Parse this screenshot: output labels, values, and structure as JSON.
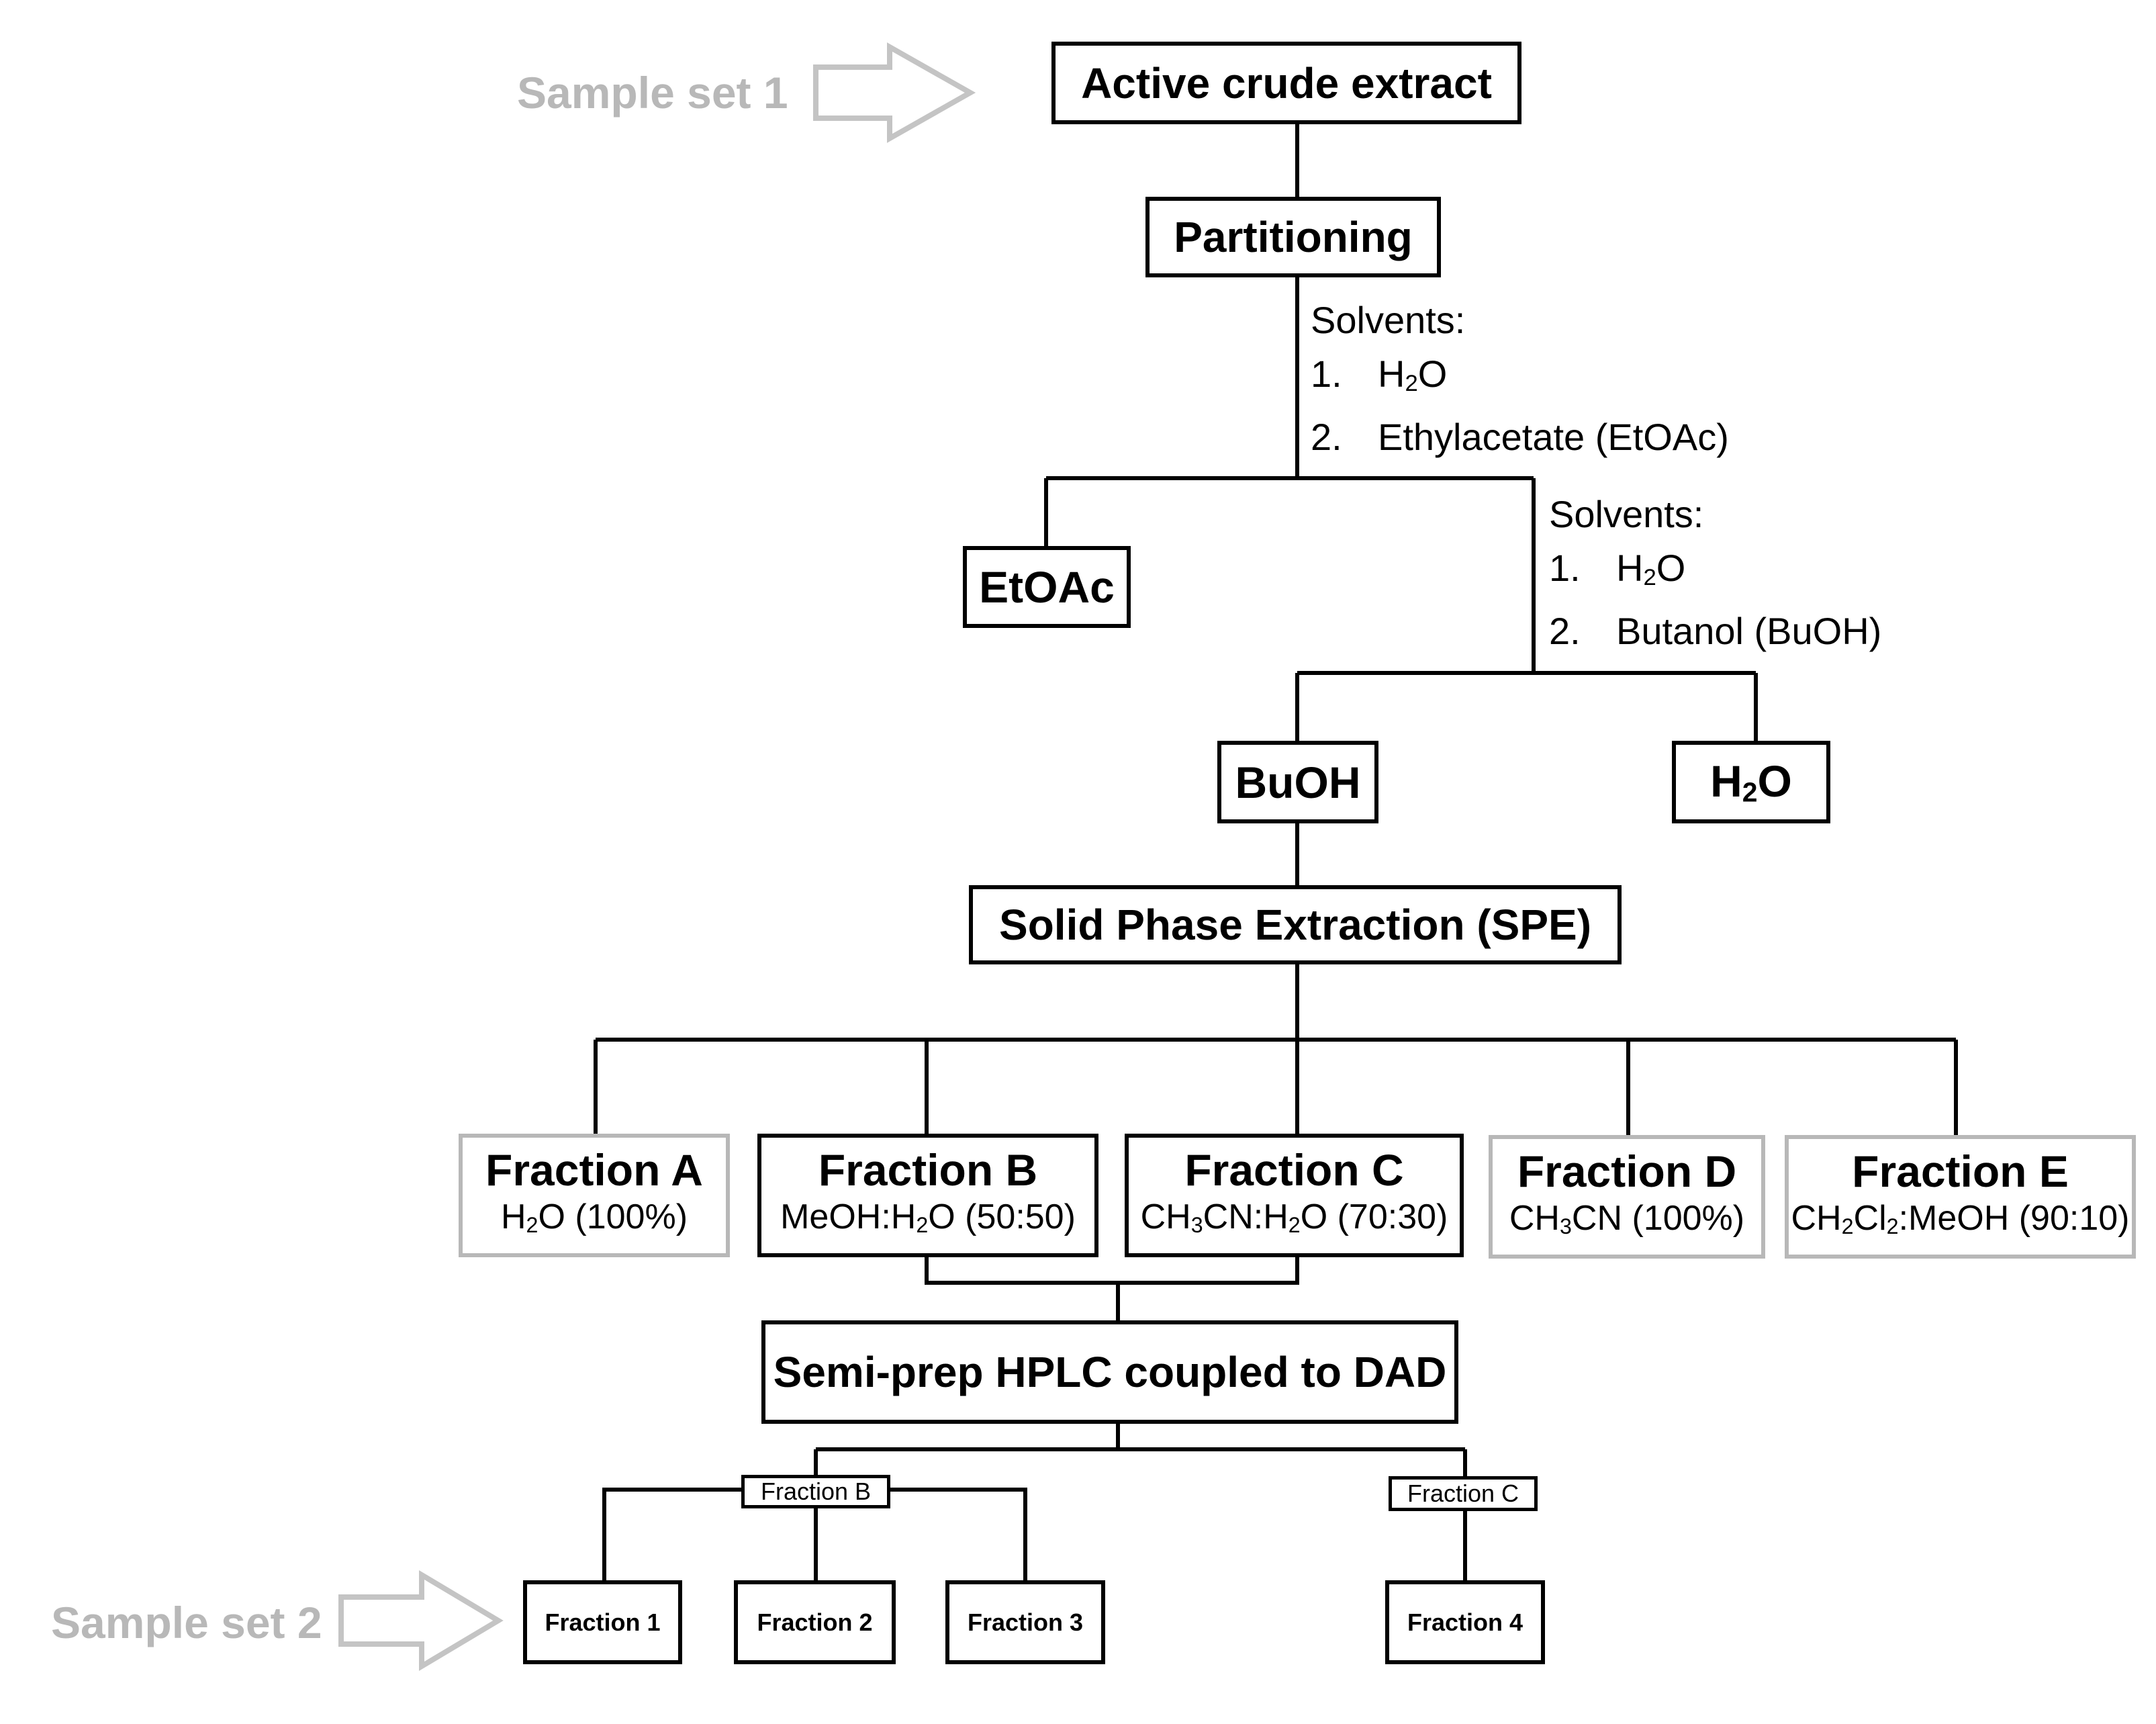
{
  "sample_set_1": "Sample set 1",
  "sample_set_2": "Sample set 2",
  "active_crude_extract": "Active crude extract",
  "partitioning": "Partitioning",
  "solvents_1": {
    "heading": "Solvents:",
    "items": [
      {
        "num": "1.",
        "text": "H2O"
      },
      {
        "num": "2.",
        "text": "Ethylacetate (EtOAc)"
      }
    ]
  },
  "solvents_2": {
    "heading": "Solvents:",
    "items": [
      {
        "num": "1.",
        "text": "H2O"
      },
      {
        "num": "2.",
        "text": "Butanol (BuOH)"
      }
    ]
  },
  "etoac": "EtOAc",
  "buoh": "BuOH",
  "h2o": "H2O",
  "spe": "Solid Phase Extraction (SPE)",
  "fractions": [
    {
      "title": "Fraction A",
      "sub": "H2O (100%)"
    },
    {
      "title": "Fraction B",
      "sub": "MeOH:H2O (50:50)"
    },
    {
      "title": "Fraction C",
      "sub": "CH3CN:H2O (70:30)"
    },
    {
      "title": "Fraction D",
      "sub": "CH3CN (100%)"
    },
    {
      "title": "Fraction E",
      "sub": "CH2Cl2:MeOH (90:10)"
    }
  ],
  "hplc": "Semi-prep HPLC coupled to DAD",
  "fraction_b_small": "Fraction B",
  "fraction_c_small": "Fraction C",
  "final_fractions": [
    "Fraction 1",
    "Fraction 2",
    "Fraction 3",
    "Fraction 4"
  ]
}
